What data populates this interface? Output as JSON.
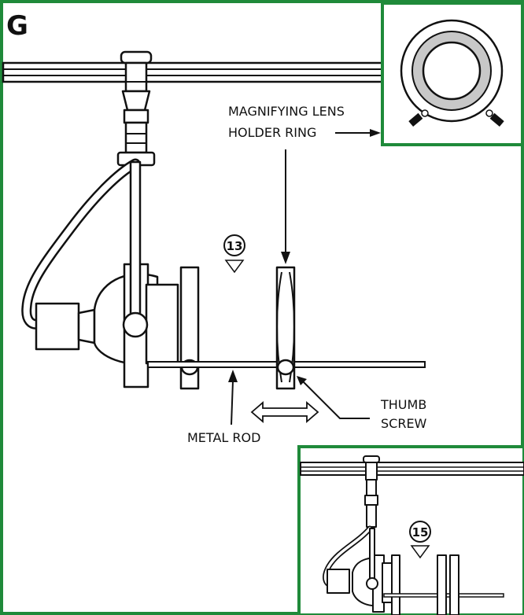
{
  "panel_letter": "G",
  "labels": {
    "lens_holder_line1": "MAGNIFYING LENS",
    "lens_holder_line2": "HOLDER RING",
    "thumb_screw_line1": "THUMB",
    "thumb_screw_line2": "SCREW",
    "metal_rod": "METAL ROD"
  },
  "steps": {
    "main": "13",
    "inset": "15"
  },
  "colors": {
    "frame_green": "#1f8a3a",
    "line": "#111111",
    "lens_ring_gray": "#c8c8c8"
  }
}
